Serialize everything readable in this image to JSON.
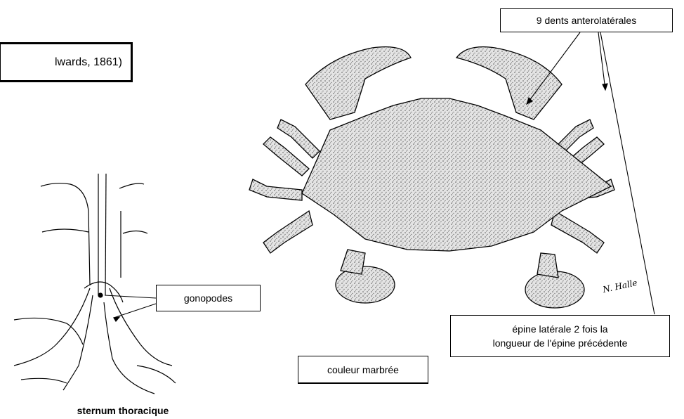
{
  "figure": {
    "title_fragment": "lwards, 1861)",
    "labels": {
      "teeth": "9 dents anterolatérales",
      "gonopodes": "gonopodes",
      "spine_line1": "épine latérale 2 fois la",
      "spine_line2": "longueur de l'épine précédente",
      "color": "couleur marbrée"
    },
    "sternum_caption": "sternum thoracique",
    "signature": "N. Halle"
  },
  "colors": {
    "ink": "#000000",
    "shell_fill": "#d9d9d9",
    "background": "#ffffff"
  }
}
